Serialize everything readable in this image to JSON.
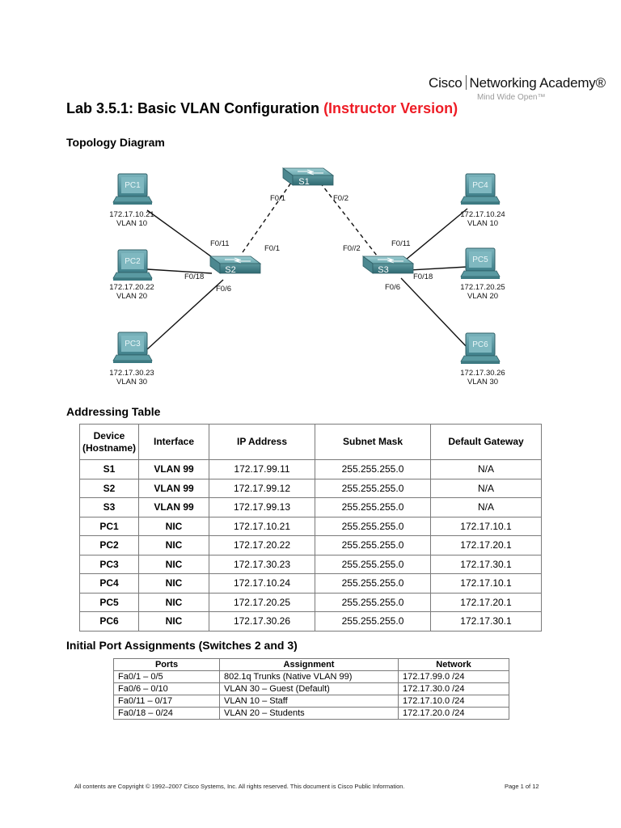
{
  "logo": {
    "brand_left": "Cisco",
    "brand_right": "Networking Academy®",
    "tagline": "Mind Wide Open™"
  },
  "title": {
    "main": "Lab 3.5.1: Basic VLAN Configuration",
    "instructor": "(Instructor Version)"
  },
  "topology": {
    "heading": "Topology Diagram",
    "switches": {
      "s1": "S1",
      "s2": "S2",
      "s3": "S3"
    },
    "pcs": {
      "pc1": {
        "name": "PC1",
        "ip": "172.17.10.21",
        "vlan": "VLAN 10"
      },
      "pc2": {
        "name": "PC2",
        "ip": "172.17.20.22",
        "vlan": "VLAN 20"
      },
      "pc3": {
        "name": "PC3",
        "ip": "172.17.30.23",
        "vlan": "VLAN 30"
      },
      "pc4": {
        "name": "PC4",
        "ip": "172.17.10.24",
        "vlan": "VLAN 10"
      },
      "pc5": {
        "name": "PC5",
        "ip": "172.17.20.25",
        "vlan": "VLAN 20"
      },
      "pc6": {
        "name": "PC6",
        "ip": "172.17.30.26",
        "vlan": "VLAN 30"
      }
    },
    "ports": {
      "s1_left": "F0/1",
      "s1_right": "F0/2",
      "s2_f011": "F0/11",
      "s2_f01": "F0/1",
      "s2_f018": "F0/18",
      "s2_f06": "F0/6",
      "s3_f02": "F0//2",
      "s3_f011": "F0/11",
      "s3_f018": "F0/18",
      "s3_f06": "F0/6"
    }
  },
  "addressing": {
    "heading": "Addressing Table",
    "headers": {
      "device_line1": "Device",
      "device_line2": "(Hostname)",
      "interface": "Interface",
      "ip": "IP Address",
      "mask": "Subnet Mask",
      "gateway": "Default Gateway"
    },
    "rows": [
      {
        "device": "S1",
        "iface": "VLAN 99",
        "ip": "172.17.99.11",
        "mask": "255.255.255.0",
        "gw": "N/A"
      },
      {
        "device": "S2",
        "iface": "VLAN 99",
        "ip": "172.17.99.12",
        "mask": "255.255.255.0",
        "gw": "N/A"
      },
      {
        "device": "S3",
        "iface": "VLAN 99",
        "ip": "172.17.99.13",
        "mask": "255.255.255.0",
        "gw": "N/A"
      },
      {
        "device": "PC1",
        "iface": "NIC",
        "ip": "172.17.10.21",
        "mask": "255.255.255.0",
        "gw": "172.17.10.1"
      },
      {
        "device": "PC2",
        "iface": "NIC",
        "ip": "172.17.20.22",
        "mask": "255.255.255.0",
        "gw": "172.17.20.1"
      },
      {
        "device": "PC3",
        "iface": "NIC",
        "ip": "172.17.30.23",
        "mask": "255.255.255.0",
        "gw": "172.17.30.1"
      },
      {
        "device": "PC4",
        "iface": "NIC",
        "ip": "172.17.10.24",
        "mask": "255.255.255.0",
        "gw": "172.17.10.1"
      },
      {
        "device": "PC5",
        "iface": "NIC",
        "ip": "172.17.20.25",
        "mask": "255.255.255.0",
        "gw": "172.17.20.1"
      },
      {
        "device": "PC6",
        "iface": "NIC",
        "ip": "172.17.30.26",
        "mask": "255.255.255.0",
        "gw": "172.17.30.1"
      }
    ]
  },
  "port_assignments": {
    "heading": "Initial Port Assignments (Switches 2 and 3)",
    "headers": {
      "ports": "Ports",
      "assignment": "Assignment",
      "network": "Network"
    },
    "rows": [
      {
        "ports": "Fa0/1 – 0/5",
        "assignment": "802.1q Trunks (Native VLAN 99)",
        "network": "172.17.99.0 /24"
      },
      {
        "ports": "Fa0/6 – 0/10",
        "assignment": "VLAN 30 – Guest (Default)",
        "network": "172.17.30.0 /24"
      },
      {
        "ports": "Fa0/11 – 0/17",
        "assignment": "VLAN 10 – Staff",
        "network": "172.17.10.0 /24"
      },
      {
        "ports": "Fa0/18 – 0/24",
        "assignment": "VLAN 20 – Students",
        "network": "172.17.20.0 /24"
      }
    ]
  },
  "footer": {
    "copyright": "All contents are Copyright © 1992–2007 Cisco Systems, Inc. All rights reserved. This document is Cisco Public Information.",
    "page": "Page 1 of 12"
  },
  "colors": {
    "title_accent": "#ee1c25",
    "device_teal": "#5f9ea0",
    "device_label": "#e9f4f6"
  }
}
